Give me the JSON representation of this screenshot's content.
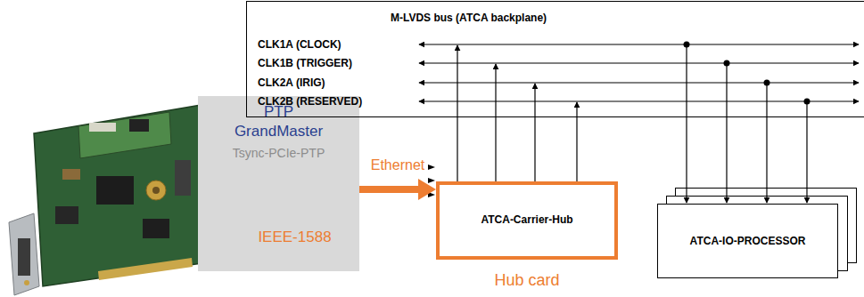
{
  "diagram": {
    "nodes": [
      {
        "text": [
          "PTP GrandMaster",
          "Tsync-PCIe-PTP",
          "IEEE-1588"
        ]
      },
      {
        "text": [
          "M-LVDS bus (ATCA backplane)"
        ]
      },
      {
        "text": [
          "ATCA-Carrier-Hub",
          "Hub card"
        ]
      },
      {
        "text": [
          "ATCA-IO-PROCESSOR"
        ]
      }
    ],
    "edges": [
      {
        "from": 0,
        "to": 2,
        "label": "Ethernet",
        "arrow": "to"
      }
    ],
    "labels": [
      "CLK1A (CLOCK)",
      "CLK1B (TRIGGER)",
      "CLK2A (IRIG)",
      "CLK2B (RESERVED)"
    ]
  }
}
